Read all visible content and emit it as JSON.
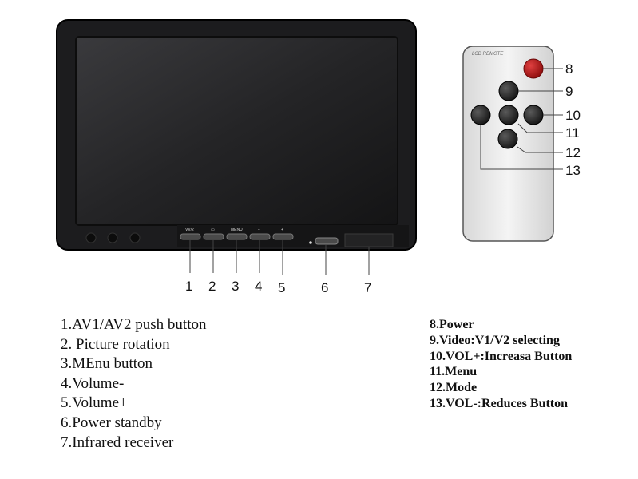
{
  "monitor": {
    "button_labels": [
      "VV/2",
      "▭",
      "MENU",
      "-",
      "+"
    ],
    "callouts": [
      "1",
      "2",
      "3",
      "4",
      "5",
      "6",
      "7"
    ]
  },
  "remote": {
    "label": "LCD REMOTE",
    "callouts": [
      "8",
      "9",
      "10",
      "11",
      "12",
      "13"
    ]
  },
  "legend_left": [
    "1.AV1/AV2 push button",
    "2. Picture rotation",
    "3.MEnu button",
    "4.Volume-",
    "5.Volume+",
    "6.Power standby",
    "7.Infrared receiver"
  ],
  "legend_right": [
    "8.Power",
    "9.Video:V1/V2 selecting",
    "10.VOL+:Increasa Button",
    "11.Menu",
    "12.Mode",
    "13.VOL-:Reduces Button"
  ],
  "colors": {
    "bezel": "#1c1c1e",
    "screen": "#262628",
    "remote_body": "#ececec",
    "power_button": "#c01616",
    "remote_buttons": "#2b2b2b"
  }
}
